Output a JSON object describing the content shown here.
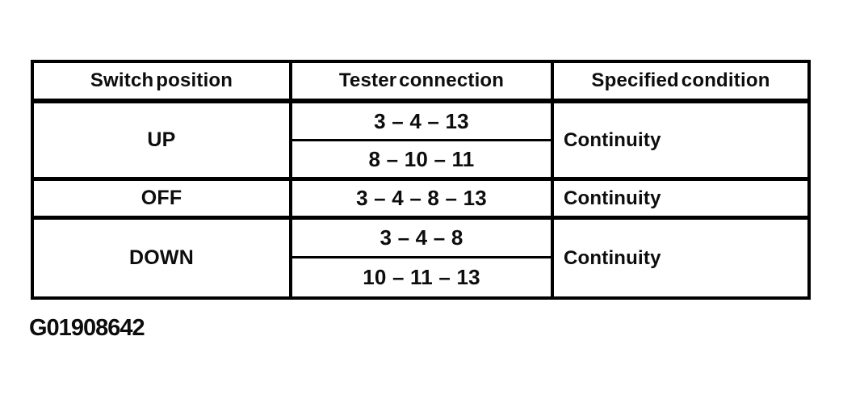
{
  "figure": {
    "label": "G01908642"
  },
  "table": {
    "headers": [
      "Switch position",
      "Tester connection",
      "Specified condition"
    ],
    "groups": [
      {
        "switch_position": "UP",
        "tester_connections": [
          "3 – 4 – 13",
          "8 – 10 – 11"
        ],
        "specified_condition": "Continuity"
      },
      {
        "switch_position": "OFF",
        "tester_connections": [
          "3 – 4 – 8 – 13"
        ],
        "specified_condition": "Continuity"
      },
      {
        "switch_position": "DOWN",
        "tester_connections": [
          "3 – 4 – 8",
          "10 – 11 – 13"
        ],
        "specified_condition": "Continuity"
      }
    ]
  },
  "colors": {
    "line": "#000000",
    "text": "#0d0d0d",
    "background": "#ffffff"
  }
}
